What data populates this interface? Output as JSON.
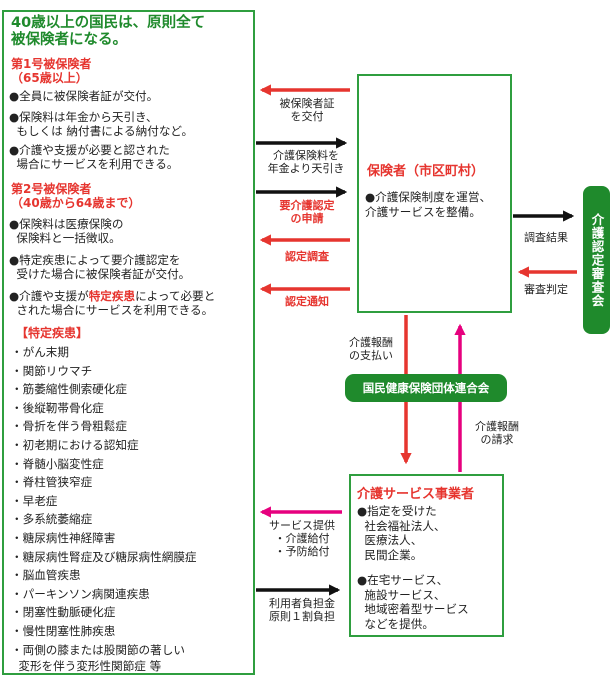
{
  "left_box": {
    "title": "40歳以上の国民は、原則全て\n被保険者になる。",
    "section1_heading": "第1号被保険者\n（65歳以上）",
    "section1_items": [
      "●全員に被保険者証が交付。",
      "●保険料は年金から天引き、\n  もしくは 納付書による納付など。",
      "●介護や支援が必要と認された\n  場合にサービスを利用できる。"
    ],
    "section2_heading": "第2号被保険者\n（40歳から64歳まで）",
    "section2_items": [
      "●保険料は医療保険の\n  保険料と一括徴収。",
      "●特定疾患によって要介護認定を\n  受けた場合に被保険者証が交付。"
    ],
    "section2_item3_pre": "●介護や支援が",
    "section2_item3_red": "特定疾患",
    "section2_item3_post": "によって必要と\n  された場合にサービスを利用できる。",
    "disease_heading": "【特定疾患】",
    "diseases": [
      "・がん末期",
      "・関節リウマチ",
      "・筋萎縮性側索硬化症",
      "・後縦靭帯骨化症",
      "・骨折を伴う骨粗鬆症",
      "・初老期における認知症",
      "・脊髄小脳変性症",
      "・脊柱管狭窄症",
      "・早老症",
      "・多系統萎縮症",
      "・糖尿病性神経障害",
      "・糖尿病性腎症及び糖尿病性網膜症",
      "・脳血管疾患",
      "・パーキンソン病関連疾患",
      "・閉塞性動脈硬化症",
      "・慢性閉塞性肺疾患",
      "・両側の膝または股関節の著しい\n  変形を伴う変形性関節症 等"
    ]
  },
  "insurer": {
    "title": "保険者（市区町村）",
    "desc": "●介護保険制度を運営、\n介護サービスを整備。"
  },
  "provider": {
    "title": "介護サービス事業者",
    "desc1": "●指定を受けた\n  社会福祉法人、\n  医療法人、\n  民間企業。",
    "desc2": "●在宅サービス、\n  施設サービス、\n  地域密着型サービス\n  などを提供。"
  },
  "federation": {
    "label": "国民健康保険団体連合会"
  },
  "committee": {
    "label": "介護認定審査会"
  },
  "arrows": {
    "issue_card": "被保険者証\nを交付",
    "premium": "介護保険料を\n年金より天引き",
    "apply_cert": "要介護認定\nの申請",
    "cert_survey": "認定調査",
    "cert_notice": "認定通知",
    "survey_result": "調査結果",
    "review_decision": "審査判定",
    "fee_payment": "介護報酬\nの支払い",
    "fee_claim": "介護報酬\nの請求",
    "service_provision": "サービス提供\n・介護給付\n・予防給付",
    "copay": "利用者負担金\n原則１割負担"
  },
  "colors": {
    "green": "#1f8a2c",
    "red": "#e6352f",
    "pink": "#e6007e",
    "black": "#111111"
  }
}
